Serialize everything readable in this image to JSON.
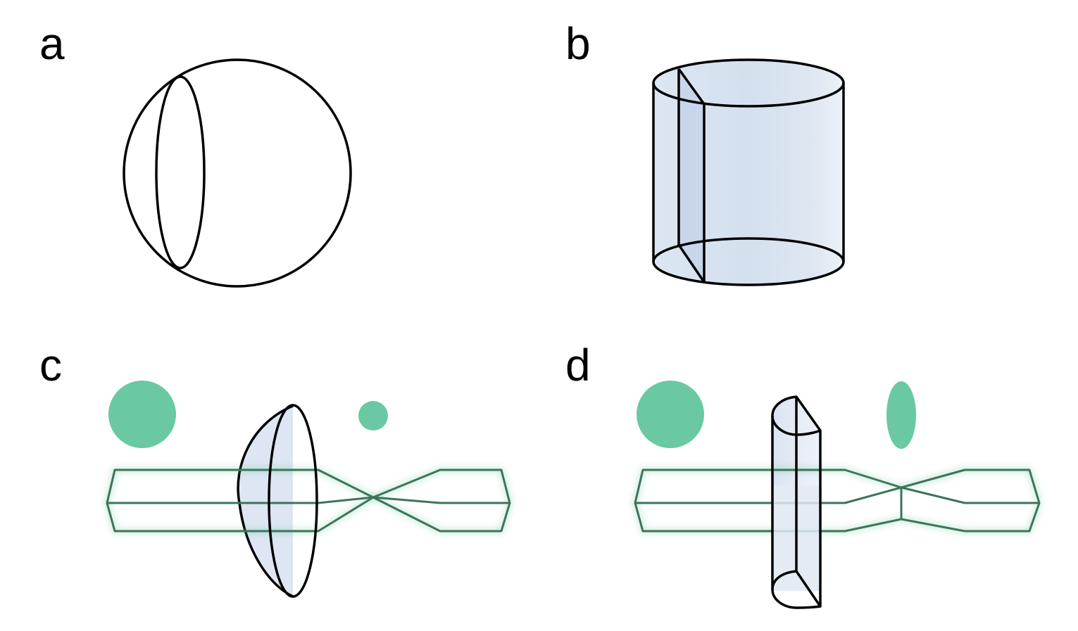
{
  "panels": {
    "a": {
      "label": "a"
    },
    "b": {
      "label": "b"
    },
    "c": {
      "label": "c"
    },
    "d": {
      "label": "d"
    }
  },
  "colors": {
    "glass_light": "#eef2f9",
    "glass_mid": "#d2deea",
    "glass_dark": "#c6d3e6",
    "beam_fill": "#6ac9a2",
    "beam_edge": "#3e7459",
    "outline": "#000000"
  }
}
